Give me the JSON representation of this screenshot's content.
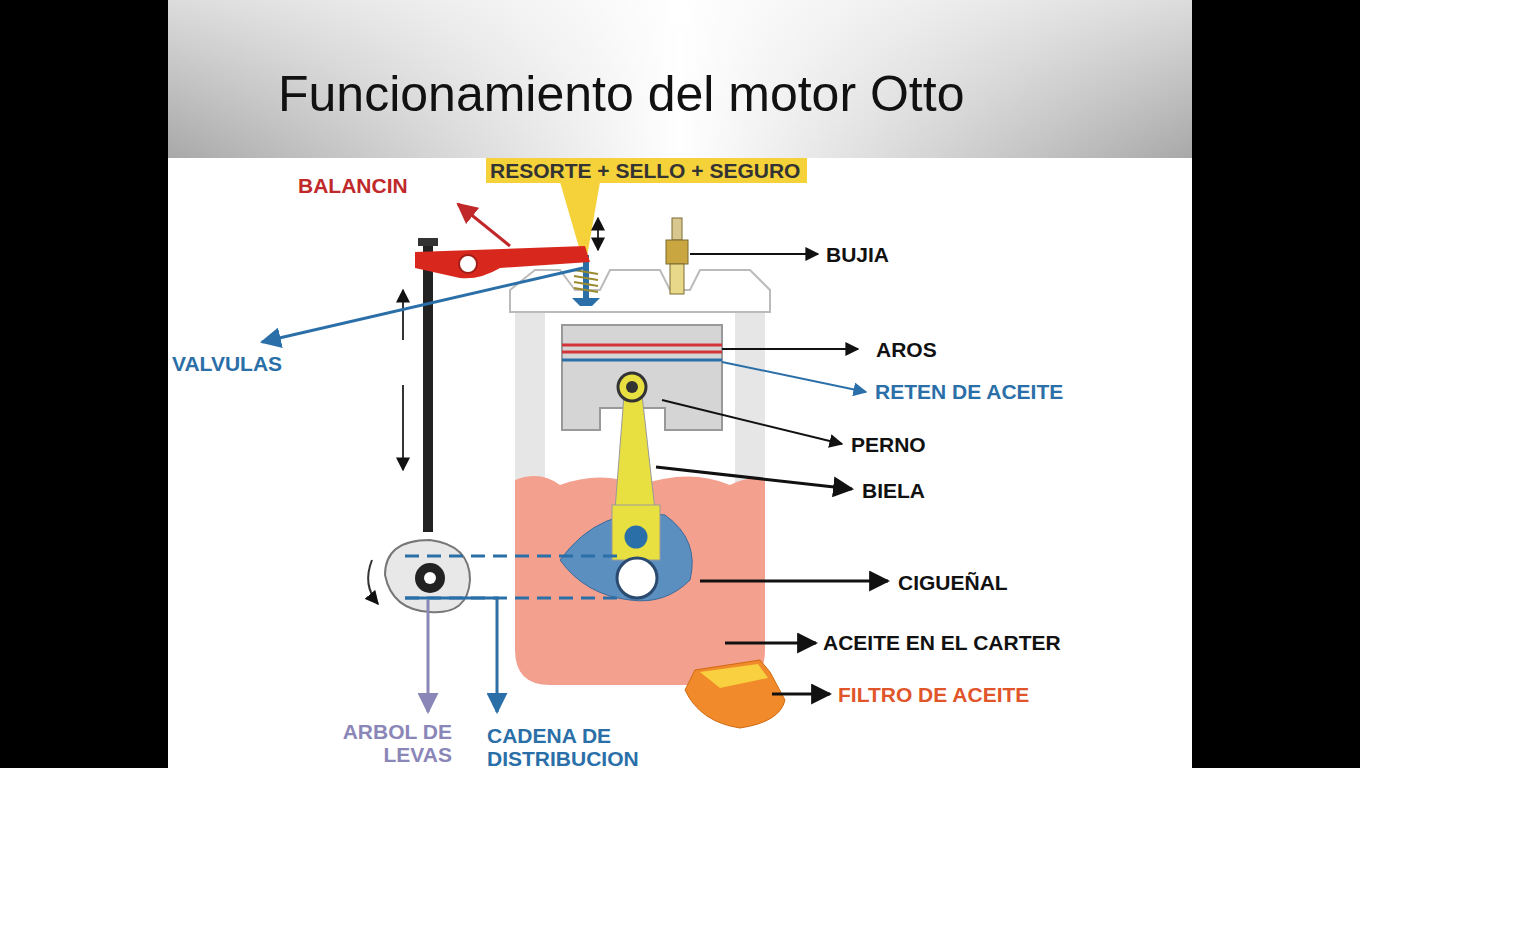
{
  "diagram": {
    "title": "Funcionamiento del motor Otto",
    "nodes": [
      {
        "text": [
          "RESORTE + SELLO + SEGURO"
        ]
      }
    ],
    "labels": [
      "BALANCIN",
      "BUJIA",
      "VALVULAS",
      "AROS",
      "RETEN DE ACEITE",
      "PERNO",
      "BIELA",
      "CIGUEÑAL",
      "ACEITE EN EL CARTER",
      "FILTRO DE ACEITE",
      "ARBOL DE LEVAS",
      "CADENA DE DISTRIBUCION"
    ]
  }
}
